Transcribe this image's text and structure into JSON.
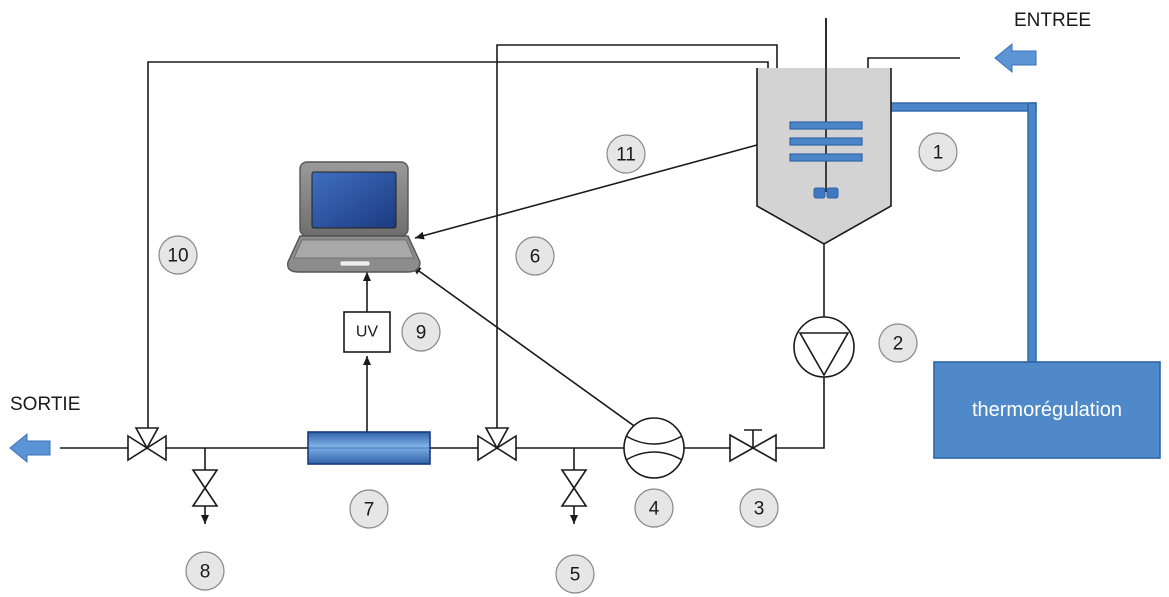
{
  "labels": {
    "entree": "ENTREE",
    "sortie": "SORTIE",
    "uv": "UV",
    "thermoregulation": "thermorégulation"
  },
  "callouts": {
    "n1": "1",
    "n2": "2",
    "n3": "3",
    "n4": "4",
    "n5": "5",
    "n6": "6",
    "n7": "7",
    "n8": "8",
    "n9": "9",
    "n10": "10",
    "n11": "11"
  },
  "colors": {
    "line": "#1a1a1a",
    "pipe_blue": "#4a86c8",
    "pipe_blue_dark": "#2e64a8",
    "tank_fill": "#d3d3d3",
    "callout_fill": "#e6e6e6",
    "box_blue": "#4f89c9"
  },
  "icons": [
    "inlet-arrow-icon",
    "outlet-arrow-icon",
    "laptop-icon",
    "pump-icon",
    "flowmeter-icon",
    "valve-icon",
    "three-way-valve-icon"
  ]
}
